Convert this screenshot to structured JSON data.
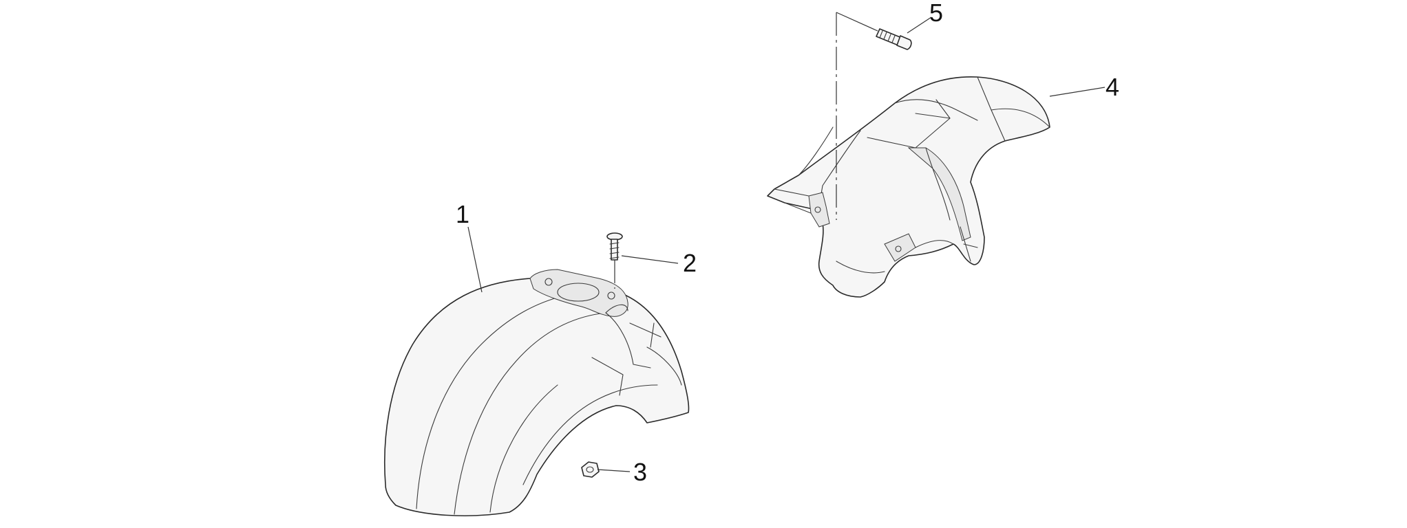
{
  "diagram": {
    "callouts": [
      {
        "id": "1",
        "label": "1"
      },
      {
        "id": "2",
        "label": "2"
      },
      {
        "id": "3",
        "label": "3"
      },
      {
        "id": "4",
        "label": "4"
      },
      {
        "id": "5",
        "label": "5"
      }
    ],
    "colors": {
      "line": "#2a2a2a",
      "fill": "#f6f6f6",
      "background": "#ffffff"
    }
  }
}
